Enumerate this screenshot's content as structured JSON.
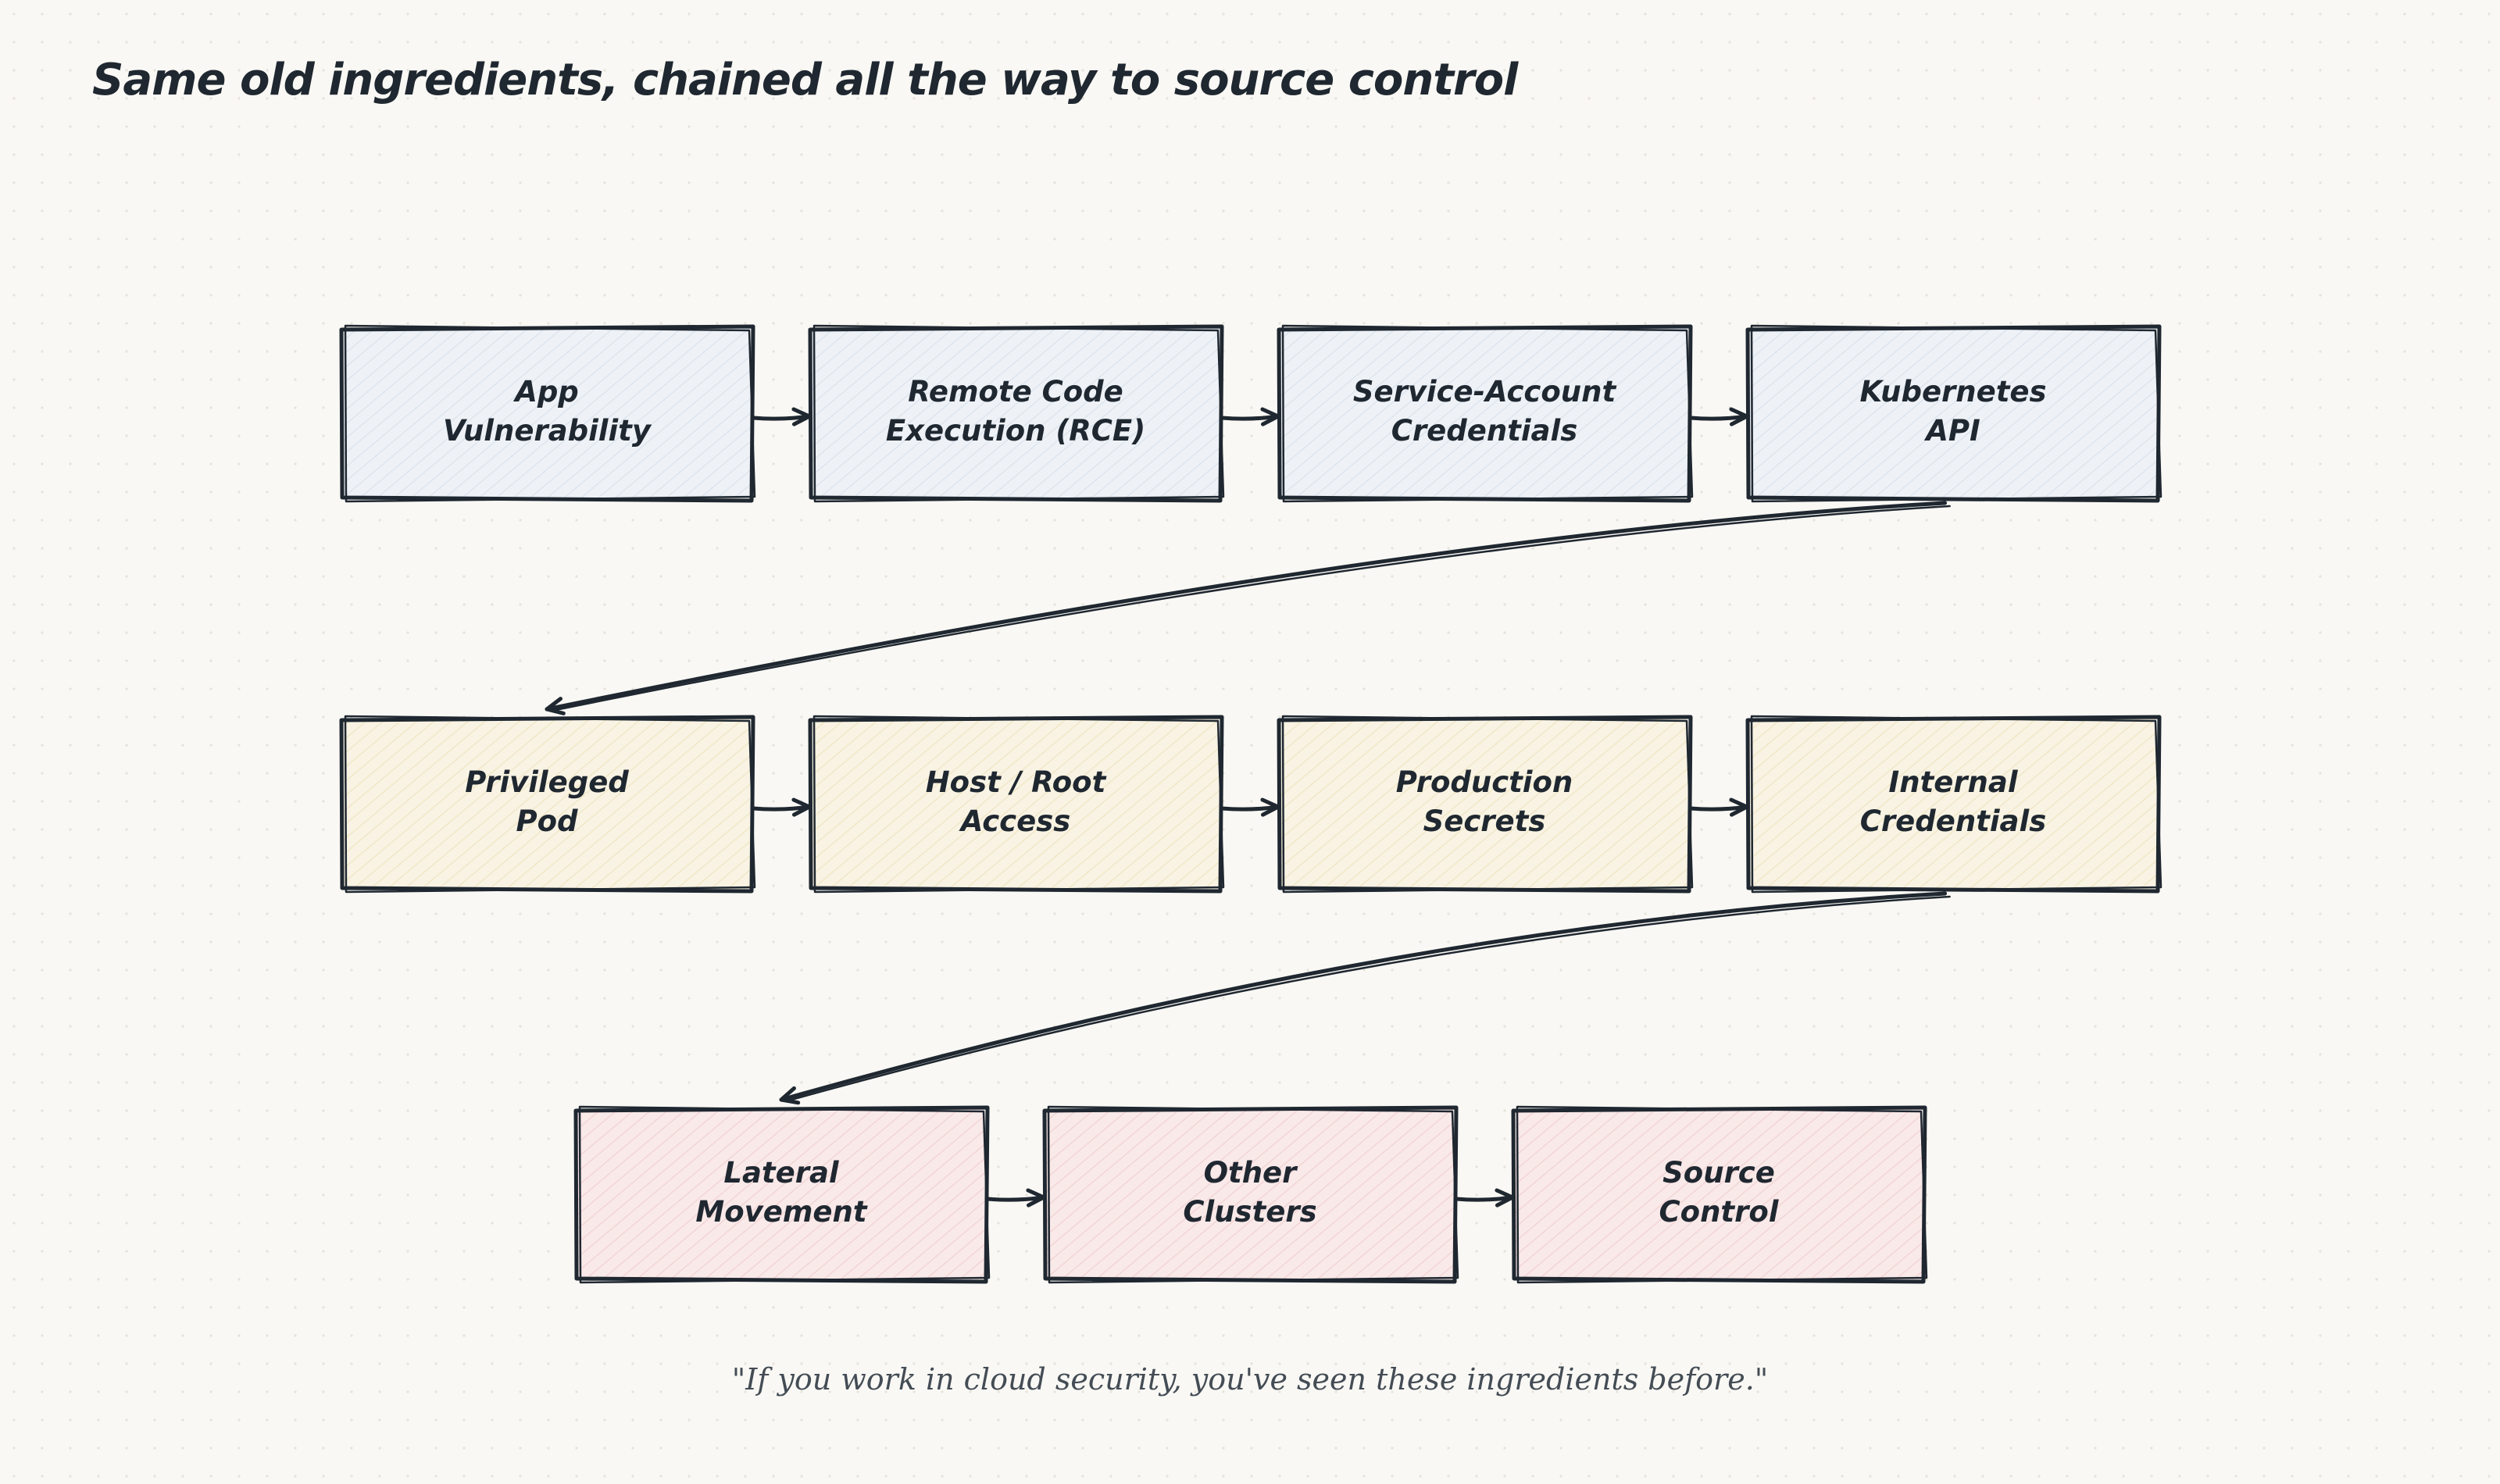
{
  "title": "Same old ingredients, chained all the way to source control",
  "caption": "\"If you work in cloud security, you've seen these ingredients before.\"",
  "colors": {
    "ink": "#1f2730",
    "row1_fill": "#e9eef5",
    "row2_fill": "#f7f0da",
    "row3_fill": "#f8e1e1",
    "background": "#f9f8f4"
  },
  "rows": [
    {
      "nodes": [
        {
          "id": "app-vulnerability",
          "lines": [
            "App",
            "Vulnerability"
          ]
        },
        {
          "id": "rce",
          "lines": [
            "Remote Code",
            "Execution (RCE)"
          ]
        },
        {
          "id": "service-account-credentials",
          "lines": [
            "Service-Account",
            "Credentials"
          ]
        },
        {
          "id": "kubernetes-api",
          "lines": [
            "Kubernetes",
            "API"
          ]
        }
      ]
    },
    {
      "nodes": [
        {
          "id": "privileged-pod",
          "lines": [
            "Privileged",
            "Pod"
          ]
        },
        {
          "id": "host-root-access",
          "lines": [
            "Host / Root",
            "Access"
          ]
        },
        {
          "id": "production-secrets",
          "lines": [
            "Production",
            "Secrets"
          ]
        },
        {
          "id": "internal-credentials",
          "lines": [
            "Internal",
            "Credentials"
          ]
        }
      ]
    },
    {
      "nodes": [
        {
          "id": "lateral-movement",
          "lines": [
            "Lateral",
            "Movement"
          ]
        },
        {
          "id": "other-clusters",
          "lines": [
            "Other",
            "Clusters"
          ]
        },
        {
          "id": "source-control",
          "lines": [
            "Source",
            "Control"
          ]
        }
      ]
    }
  ],
  "edges": [
    [
      "app-vulnerability",
      "rce"
    ],
    [
      "rce",
      "service-account-credentials"
    ],
    [
      "service-account-credentials",
      "kubernetes-api"
    ],
    [
      "kubernetes-api",
      "privileged-pod"
    ],
    [
      "privileged-pod",
      "host-root-access"
    ],
    [
      "host-root-access",
      "production-secrets"
    ],
    [
      "production-secrets",
      "internal-credentials"
    ],
    [
      "internal-credentials",
      "lateral-movement"
    ],
    [
      "lateral-movement",
      "other-clusters"
    ],
    [
      "other-clusters",
      "source-control"
    ]
  ]
}
